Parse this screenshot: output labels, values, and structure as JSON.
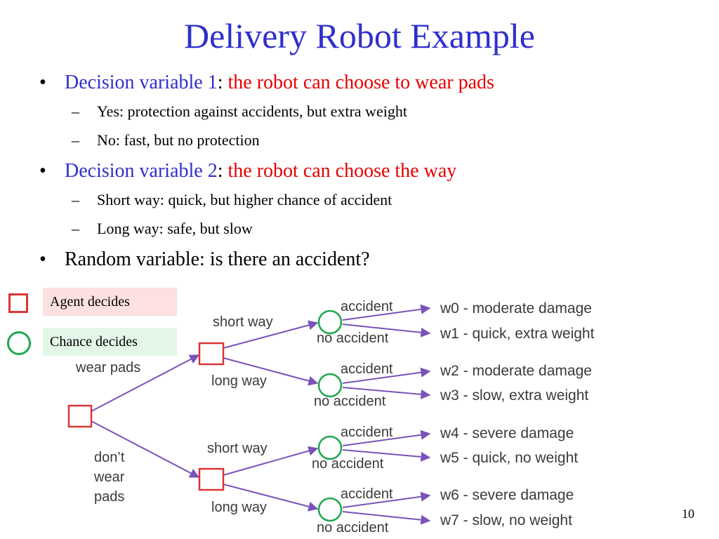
{
  "title": "Delivery Robot Example",
  "bullets": [
    {
      "bullet": "•",
      "label": "Decision variable 1",
      "colon": ":",
      "text": " the robot can choose to wear pads",
      "subs": [
        {
          "dash": "–",
          "text": "Yes: protection against accidents, but extra weight"
        },
        {
          "dash": "–",
          "text": "No: fast, but no protection"
        }
      ]
    },
    {
      "bullet": "•",
      "label": "Decision variable 2",
      "colon": ":",
      "text": " the robot can choose the way",
      "subs": [
        {
          "dash": "–",
          "text": "Short way: quick, but higher chance of accident"
        },
        {
          "dash": "–",
          "text": "Long way: safe, but slow"
        }
      ]
    },
    {
      "bullet": "•",
      "text": "Random variable: is there an accident?"
    }
  ],
  "legend": {
    "agent": "Agent decides",
    "chance": "Chance decides"
  },
  "tree": {
    "wear_pads": "wear pads",
    "dont_1": "don’t",
    "dont_2": "wear",
    "dont_3": "pads",
    "short_way_1": "short way",
    "long_way_1": "long way",
    "short_way_2": "short way",
    "long_way_2": "long way",
    "accident": "accident",
    "no_accident": "no accident",
    "outcomes": [
      "w0 - moderate damage",
      "w1 - quick, extra weight",
      "w2 - moderate damage",
      "w3 - slow, extra weight",
      "w4 - severe damage",
      "w5 - quick, no weight",
      "w6 - severe damage",
      "w7 - slow, no weight"
    ]
  },
  "colors": {
    "title_blue": "#2f2fcc",
    "emphasis_red": "#e60000",
    "decision_node": "#d93636",
    "chance_node": "#1fa84f",
    "arrow": "#7a52b8"
  },
  "page_number": "10"
}
